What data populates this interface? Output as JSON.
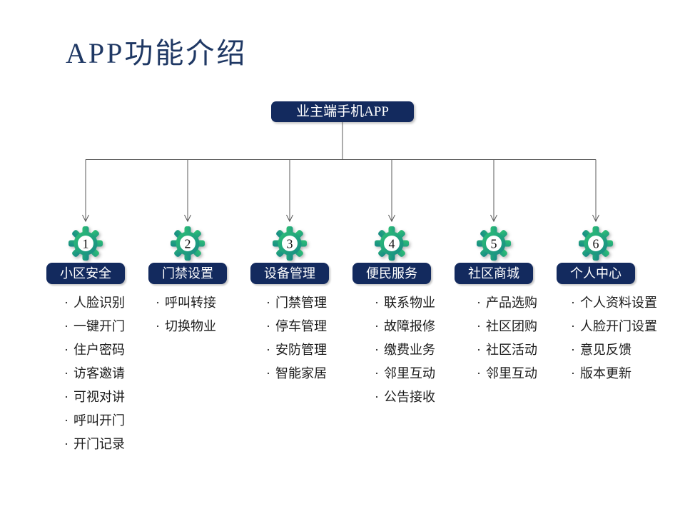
{
  "slide": {
    "title": "APP功能介绍",
    "root_label": "业主端手机APP",
    "bullet_glyph": "·",
    "columns": [
      {
        "number": "1",
        "label": "小区安全",
        "items": [
          "人脸识别",
          "一键开门",
          "住户密码",
          "访客邀请",
          "可视对讲",
          "呼叫开门",
          "开门记录"
        ]
      },
      {
        "number": "2",
        "label": "门禁设置",
        "items": [
          "呼叫转接",
          "切换物业"
        ]
      },
      {
        "number": "3",
        "label": "设备管理",
        "items": [
          "门禁管理",
          "停车管理",
          "安防管理",
          "智能家居"
        ]
      },
      {
        "number": "4",
        "label": "便民服务",
        "items": [
          "联系物业",
          "故障报修",
          "缴费业务",
          "邻里互动",
          "公告接收"
        ]
      },
      {
        "number": "5",
        "label": "社区商城",
        "items": [
          "产品选购",
          "社区团购",
          "社区活动",
          "邻里互动"
        ]
      },
      {
        "number": "6",
        "label": "个人中心",
        "items": [
          "个人资料设置",
          "人脸开门设置",
          "意见反馈",
          "版本更新"
        ]
      }
    ],
    "colors": {
      "title_navy": "#1f3864",
      "box_navy": "#132a5e",
      "gear_green": "#2ebf76",
      "gear_teal": "#168a85",
      "line_gray": "#595959",
      "item_text": "#1a1a1a"
    }
  }
}
